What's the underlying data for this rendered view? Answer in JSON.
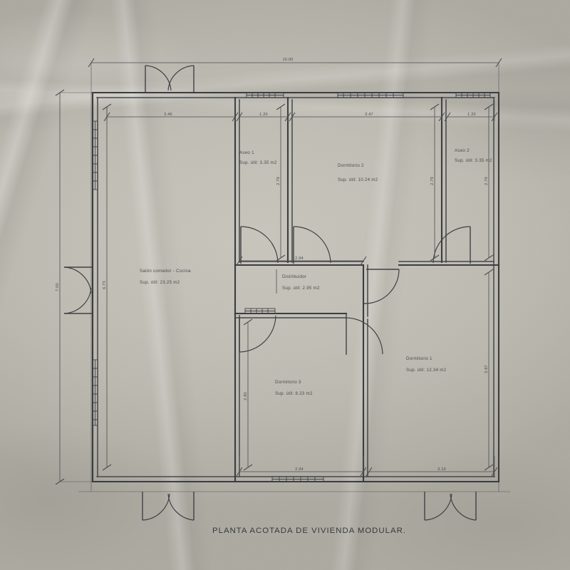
{
  "drawing": {
    "title": "PLANTA ACOTADA DE VIVIENDA MODULAR.",
    "ink_color": "#3a3c40",
    "paper_color": "#c3c0b7"
  },
  "rooms": [
    {
      "id": "salon",
      "name": "Salón comedor - Cocina",
      "area_label": "Sup. útil: 23.25 m2",
      "area_m2": 23.25
    },
    {
      "id": "aseo1",
      "name": "Aseo 1",
      "area_label": "Sup. útil: 3.35 m2",
      "area_m2": 3.35
    },
    {
      "id": "dormitorio2",
      "name": "Dormitorio 2",
      "area_label": "Sup. útil: 10.24 m2",
      "area_m2": 10.24
    },
    {
      "id": "aseo2",
      "name": "Aseo 2",
      "area_label": "Sup. útil: 3.35 m2",
      "area_m2": 3.35
    },
    {
      "id": "distribuidor",
      "name": "Distribuidor",
      "area_label": "Sup. útil: 2.95 m2",
      "area_m2": 2.95
    },
    {
      "id": "dormitorio3",
      "name": "Dormitorio 3",
      "area_label": "Sup. útil: 8.23 m2",
      "area_m2": 8.23
    },
    {
      "id": "dormitorio1",
      "name": "Dormitorio 1",
      "area_label": "Sup. útil: 12.34 m2",
      "area_m2": 12.34
    }
  ],
  "dimensions": {
    "overall_width": "10.00",
    "overall_height": "7.00",
    "top_chain": [
      "3.46",
      "1.20",
      "3.47",
      "1.20"
    ],
    "bottom_chain": [
      "2.94",
      "3.19"
    ],
    "middle_chain": [
      "2.94"
    ],
    "left_inner": "6.73",
    "vertical_aseo1": "2.79",
    "vertical_dorm2": "2.79",
    "vertical_aseo2": "2.79",
    "vertical_dorm3": "2.80",
    "vertical_dorm1": "3.87"
  },
  "chart_data": {
    "type": "table",
    "title": "PLANTA ACOTADA DE VIVIENDA MODULAR.",
    "xlabel": "",
    "ylabel": "",
    "categories": [
      "Salón comedor - Cocina",
      "Dormitorio 1",
      "Dormitorio 2",
      "Dormitorio 3",
      "Aseo 1",
      "Aseo 2",
      "Distribuidor"
    ],
    "values": [
      23.25,
      12.34,
      10.24,
      8.23,
      3.35,
      3.35,
      2.95
    ],
    "units": "m2",
    "annotations": {
      "overall_width_m": 10.0,
      "overall_height_m": 7.0,
      "top_chain_m": [
        3.46,
        1.2,
        3.47,
        1.2
      ],
      "bottom_chain_m": [
        2.94,
        3.19
      ],
      "left_inner_m": 6.73
    }
  }
}
